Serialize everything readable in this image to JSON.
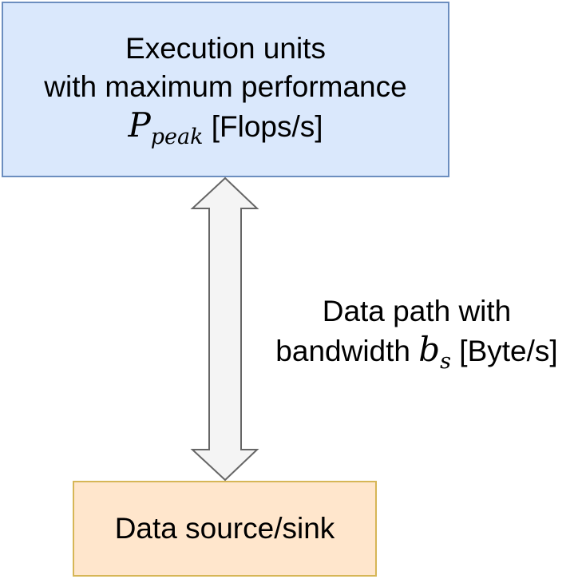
{
  "execution_box": {
    "line1": "Execution units",
    "line2": "with maximum performance",
    "symbol_main": "P",
    "symbol_sub": "peak",
    "unit": "[Flops/s]",
    "fill_color": "#dae8fc",
    "border_color": "#6c8ebf"
  },
  "data_path": {
    "line1": "Data path with",
    "line2_prefix": "bandwidth",
    "symbol_main": "b",
    "symbol_sub": "s",
    "unit": "[Byte/s]",
    "arrow_fill": "#f4f4f4",
    "arrow_stroke": "#666666"
  },
  "sink_box": {
    "label": "Data source/sink",
    "fill_color": "#ffe6cc",
    "border_color": "#d6b656"
  }
}
